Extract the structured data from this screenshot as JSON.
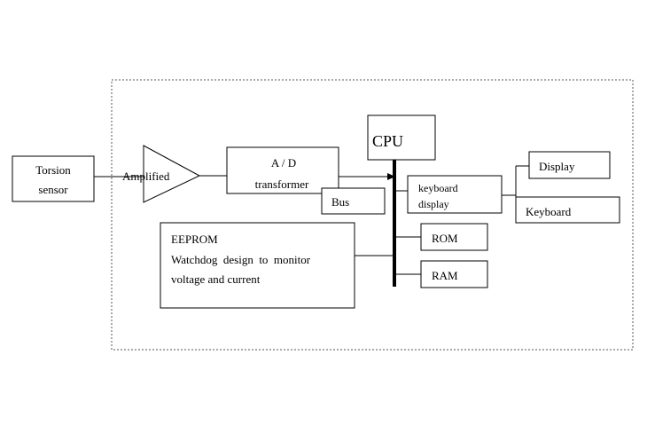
{
  "blocks": {
    "torsion_sensor": [
      "Torsion",
      "sensor"
    ],
    "amplified": "Amplified",
    "ad_transformer": [
      "A / D",
      "transformer"
    ],
    "bus": "Bus",
    "cpu": "CPU",
    "keyboard_display": [
      "keyboard",
      "display"
    ],
    "display": "Display",
    "keyboard": "Keyboard",
    "eeprom": [
      "EEPROM",
      "Watchdog  design  to  monitor",
      "voltage and current"
    ],
    "rom": "ROM",
    "ram": "RAM"
  },
  "colors": {
    "stroke": "#000000",
    "boundary": "#555555",
    "background": "#ffffff"
  }
}
